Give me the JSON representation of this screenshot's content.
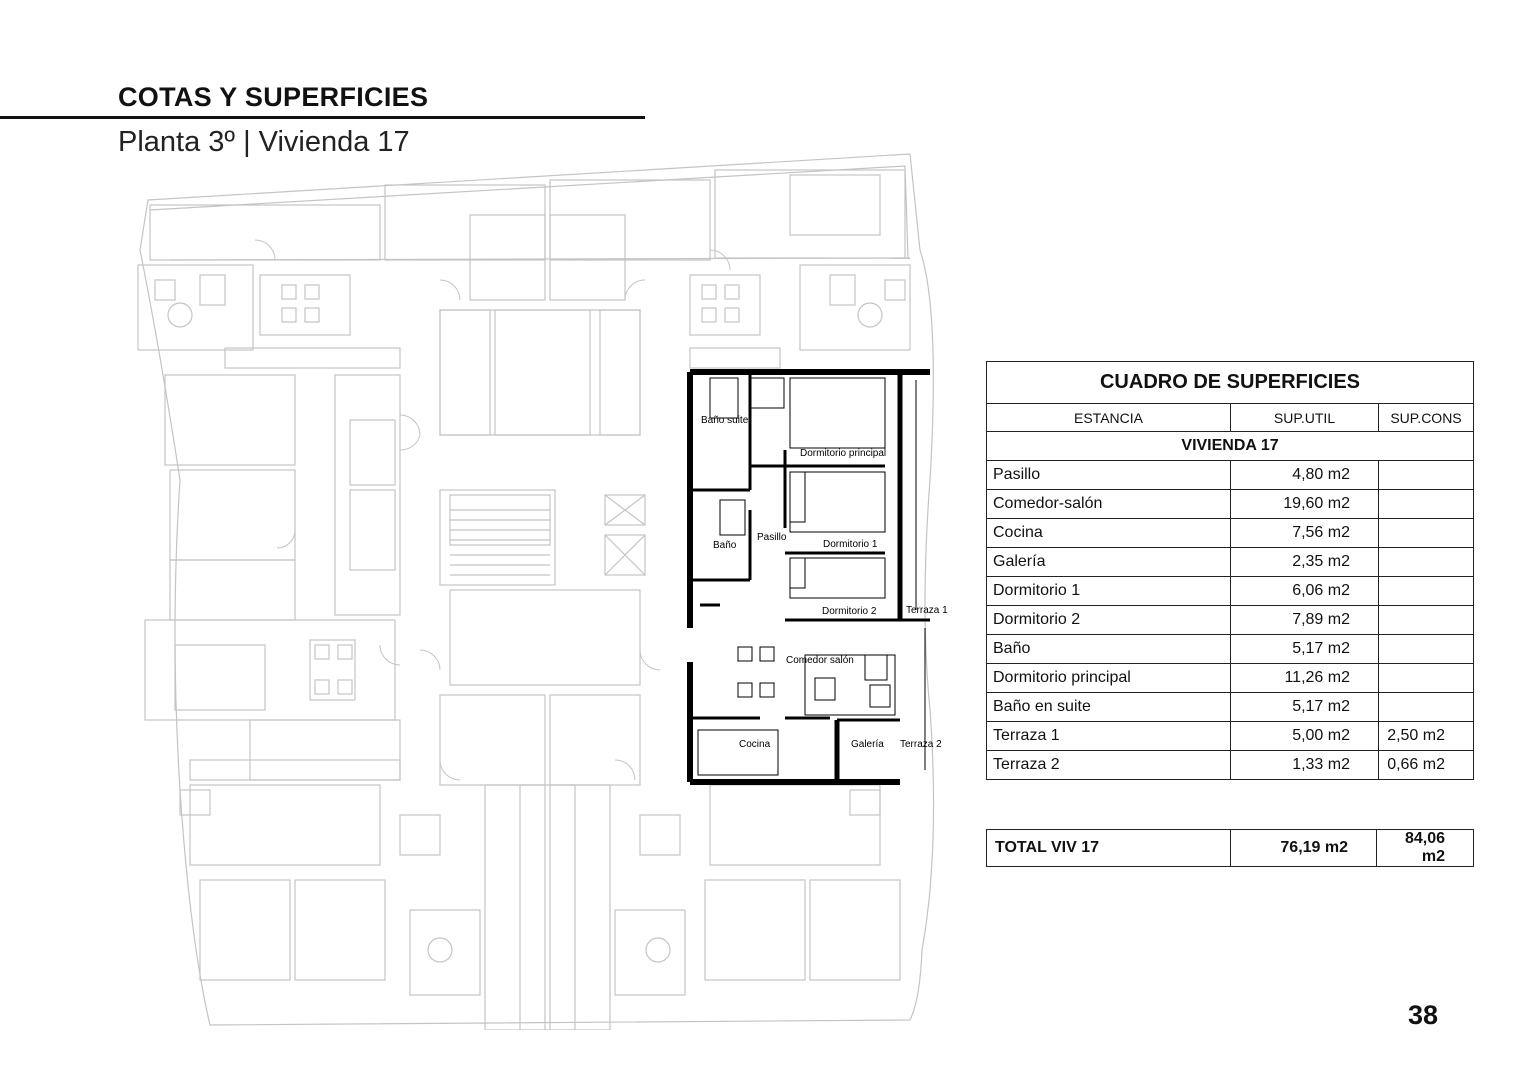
{
  "header": {
    "title": "COTAS Y SUPERFICIES",
    "subtitle": "Planta 3º | Vivienda 17"
  },
  "plan": {
    "labels": {
      "bano_suite": "Baño suite",
      "dormitorio_principal": "Dormitorio principal",
      "bano": "Baño",
      "pasillo": "Pasillo",
      "dormitorio_1": "Dormitorio 1",
      "dormitorio_2": "Dormitorio 2",
      "terraza_1": "Terraza 1",
      "comedor_salon": "Comedor salón",
      "cocina": "Cocina",
      "galeria": "Galería",
      "terraza_2": "Terraza 2"
    }
  },
  "table": {
    "caption": "CUADRO DE SUPERFICIES",
    "headers": [
      "ESTANCIA",
      "SUP.UTIL",
      "SUP.CONS"
    ],
    "unit_title": "VIVIENDA 17",
    "rows": [
      {
        "estancia": "Pasillo",
        "util": "4,80 m2",
        "cons": ""
      },
      {
        "estancia": "Comedor-salón",
        "util": "19,60 m2",
        "cons": ""
      },
      {
        "estancia": "Cocina",
        "util": "7,56 m2",
        "cons": ""
      },
      {
        "estancia": "Galería",
        "util": "2,35 m2",
        "cons": ""
      },
      {
        "estancia": "Dormitorio 1",
        "util": "6,06 m2",
        "cons": ""
      },
      {
        "estancia": "Dormitorio 2",
        "util": "7,89 m2",
        "cons": ""
      },
      {
        "estancia": "Baño",
        "util": "5,17 m2",
        "cons": ""
      },
      {
        "estancia": "Dormitorio principal",
        "util": "11,26 m2",
        "cons": ""
      },
      {
        "estancia": "Baño en suite",
        "util": "5,17 m2",
        "cons": ""
      },
      {
        "estancia": "Terraza 1",
        "util": "5,00 m2",
        "cons": "2,50 m2"
      },
      {
        "estancia": "Terraza 2",
        "util": "1,33 m2",
        "cons": "0,66 m2"
      }
    ],
    "total": {
      "label": "TOTAL VIV 17",
      "util": "76,19 m2",
      "cons": "84,06 m2"
    }
  },
  "page_number": "38"
}
